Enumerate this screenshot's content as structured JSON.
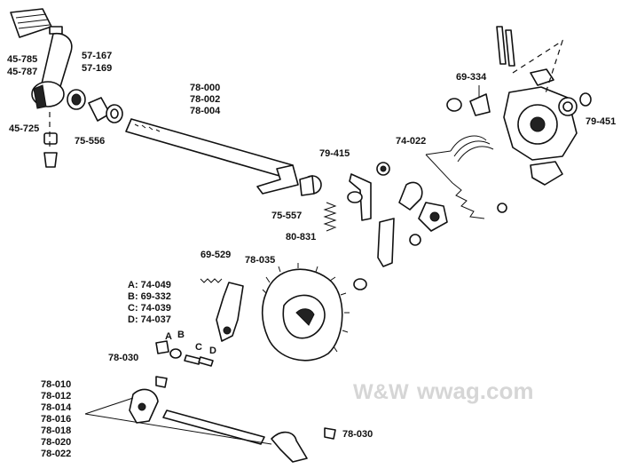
{
  "labels": {
    "p45_785": "45-785",
    "p45_787": "45-787",
    "p57_167": "57-167",
    "p57_169": "57-169",
    "p45_725": "45-725",
    "p75_556": "75-556",
    "p78_000": "78-000",
    "p78_002": "78-002",
    "p78_004": "78-004",
    "p69_334": "69-334",
    "p79_451": "79-451",
    "p74_022": "74-022",
    "p79_415": "79-415",
    "p75_557": "75-557",
    "p80_831": "80-831",
    "p69_529": "69-529",
    "p78_035": "78-035",
    "legend_a": "A: 74-049",
    "legend_b": "B: 69-332",
    "legend_c": "C: 74-039",
    "legend_d": "D: 74-037",
    "letter_a": "A",
    "letter_b": "B",
    "letter_c": "C",
    "letter_d": "D",
    "p78_030_left": "78-030",
    "p78_030_right": "78-030",
    "list_78_010": "78-010",
    "list_78_012": "78-012",
    "list_78_014": "78-014",
    "list_78_016": "78-016",
    "list_78_018": "78-018",
    "list_78_020": "78-020",
    "list_78_022": "78-022"
  },
  "watermark": {
    "text": "wwag.com",
    "badge": "W&W",
    "color": "#d6d6d6"
  }
}
